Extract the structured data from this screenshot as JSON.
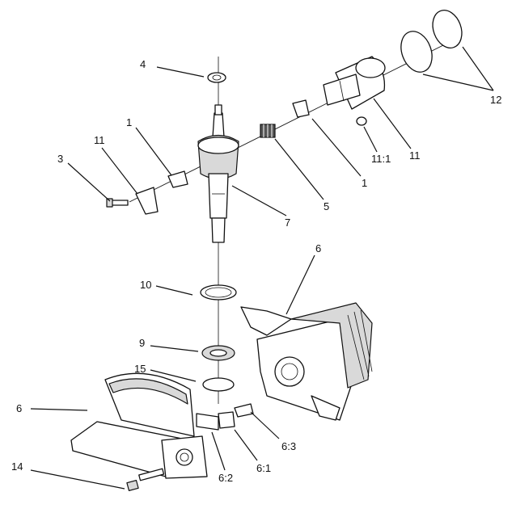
{
  "callouts": [
    "4",
    "1",
    "11",
    "3",
    "5",
    "7",
    "1",
    "11:1",
    "11",
    "12",
    "10",
    "6",
    "9",
    "15",
    "6",
    "6:3",
    "6:1",
    "6:2",
    "14"
  ]
}
